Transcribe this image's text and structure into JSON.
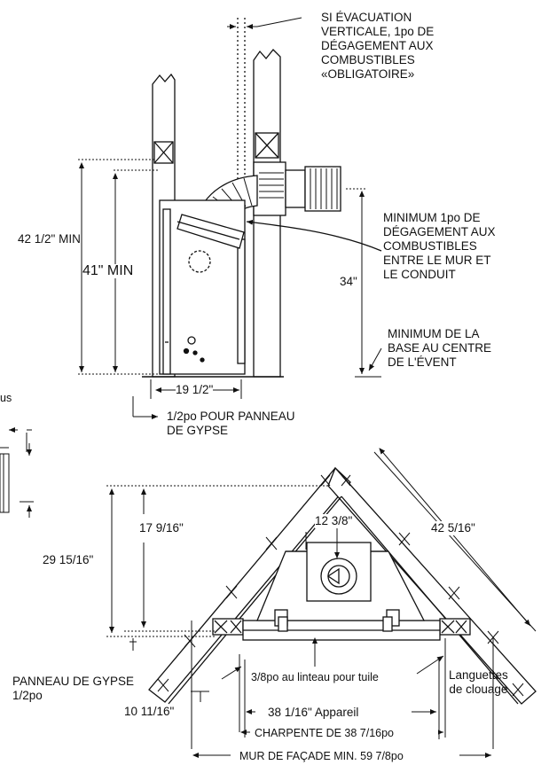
{
  "top_view": {
    "note_vertical_vent": [
      "SI ÉVACUATION",
      "VERTICALE, 1po DE",
      "DÉGAGEMENT AUX",
      "COMBUSTIBLES",
      "«OBLIGATOIRE»"
    ],
    "dim_42_5": "42 1/2\" MIN",
    "dim_41": "41\" MIN",
    "dim_34": "34\"",
    "note_min_clearance": [
      "MINIMUM 1po DE",
      "DÉGAGEMENT AUX",
      "COMBUSTIBLES",
      "ENTRE LE MUR ET",
      "LE CONDUIT"
    ],
    "note_min_base": [
      "MINIMUM DE LA",
      "BASE AU CENTRE",
      "DE L'ÉVENT"
    ],
    "dim_19_5": "19 1/2\"",
    "note_gypsum_top": [
      "1/2po POUR PANNEAU",
      "DE GYPSE"
    ],
    "edge_fragment": "us"
  },
  "corner_view": {
    "dim_17": "17 9/16\"",
    "dim_29": "29 15/16\"",
    "dim_12": "12 3/8\"",
    "dim_42_516": "42 5/16\"",
    "note_gypsum": [
      "PANNEAU DE GYPSE",
      "1/2po"
    ],
    "dim_10": "10 11/16\"",
    "note_lintel": "3/8po au linteau pour tuile",
    "note_nailing": [
      "Languettes",
      "de clouage"
    ],
    "dim_38_116": "38 1/16\" Appareil",
    "dim_charpente": "CHARPENTE DE 38 7/16po",
    "dim_wall": "MUR DE FAÇADE MIN. 59 7/8po"
  }
}
